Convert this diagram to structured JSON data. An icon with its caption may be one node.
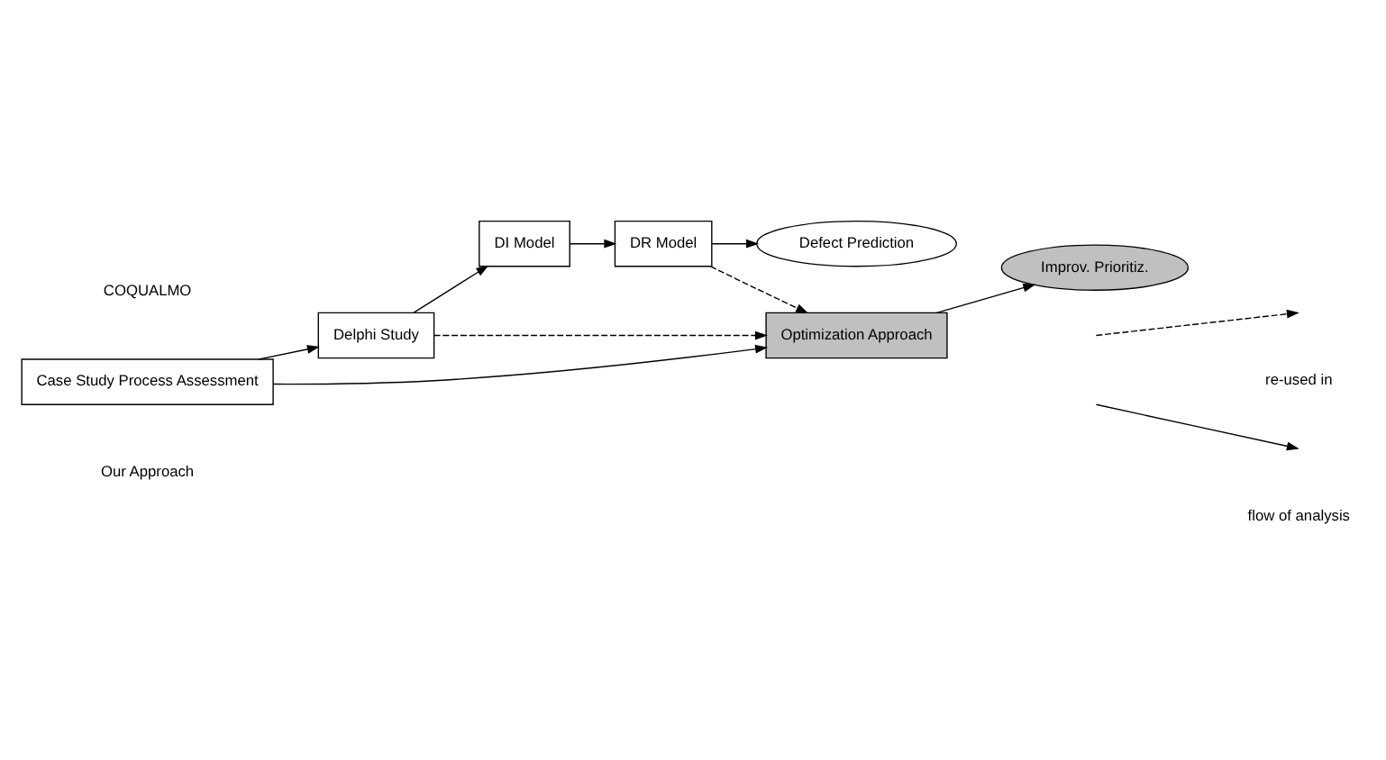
{
  "diagram": {
    "nodes": [
      {
        "text": [
          "Delphi Study"
        ]
      },
      {
        "text": [
          "DI Model"
        ]
      },
      {
        "text": [
          "DR Model"
        ]
      },
      {
        "text": [
          "Defect Prediction"
        ]
      },
      {
        "text": [
          "Case Study Process Assessment"
        ]
      },
      {
        "text": [
          "Optimization Approach"
        ]
      },
      {
        "text": [
          "Improv. Prioritiz."
        ]
      }
    ],
    "edges": [
      {
        "from": 0,
        "to": 1,
        "arrow": "to"
      },
      {
        "from": 1,
        "to": 2,
        "arrow": "to"
      },
      {
        "from": 2,
        "to": 3,
        "arrow": "to"
      },
      {
        "from": 4,
        "to": 0,
        "arrow": "to"
      },
      {
        "from": 4,
        "to": 5,
        "arrow": "to"
      },
      {
        "from": 0,
        "to": 5,
        "arrow": "to",
        "style": "dashed"
      },
      {
        "from": 2,
        "to": 5,
        "arrow": "to",
        "style": "dashed"
      },
      {
        "from": 5,
        "to": 6,
        "arrow": "to"
      }
    ],
    "labels": [
      "COQUALMO",
      "Our Approach"
    ],
    "legend": [
      {
        "text": "re-used in"
      },
      {
        "text": "flow of analysis"
      }
    ]
  }
}
